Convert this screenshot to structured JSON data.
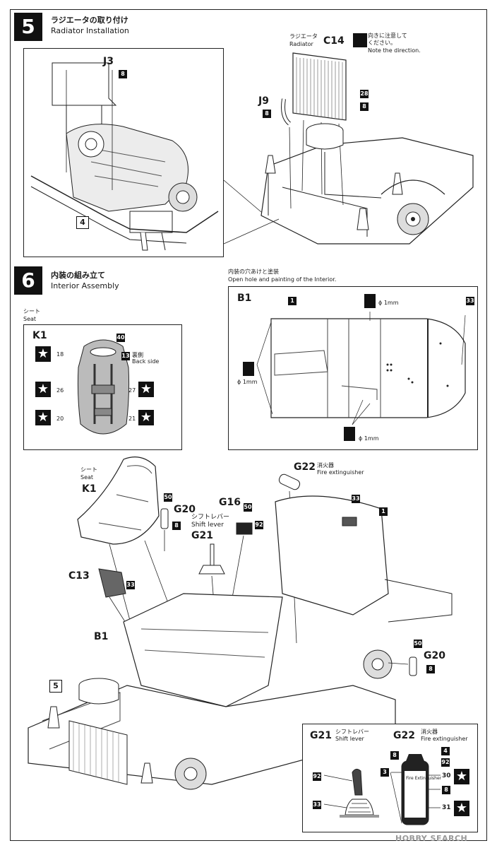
{
  "step5": {
    "number": "5",
    "title_jp": "ラジエータの取り付け",
    "title_en": "Radiator Installation",
    "part_j3": "J3",
    "part_j9": "J9",
    "part_c14": "C14",
    "radiator_jp": "ラジエータ",
    "radiator_en": "Radiator",
    "note_jp_1": "向きに注意して",
    "note_jp_2": "ください。",
    "note_en": "Note the direction.",
    "color_8a": "8",
    "color_8b": "8",
    "color_8c": "8",
    "color_28": "28",
    "ref_step": "4"
  },
  "step6": {
    "number": "6",
    "title_jp": "内装の組み立て",
    "title_en": "Interior Assembly",
    "seat_jp": "シート",
    "seat_en": "Seat",
    "part_k1": "K1",
    "seat_colors": {
      "c40": "40",
      "c13": "13",
      "n18": "18",
      "n26": "26",
      "n27": "27",
      "n20": "20",
      "n21": "21"
    },
    "back_side_jp": "裏側",
    "back_side_en": "Back side",
    "hole_title_jp": "内装の穴あけと塗装",
    "hole_title_en": "Open hole and painting of the Interior.",
    "part_b1": "B1",
    "hole_1mm_a": "ϕ 1mm",
    "hole_1mm_b": "ϕ 1mm",
    "hole_1mm_c": "ϕ 1mm",
    "color_1": "1",
    "color_33": "33",
    "g22": "G22",
    "fire_jp": "消火器",
    "fire_en": "Fire extinguisher",
    "g16": "G16",
    "g20": "G20",
    "shift_jp": "シフトレバー",
    "shift_en": "Shift lever",
    "g21": "G21",
    "c13": "C13",
    "c50a": "50",
    "c50b": "50",
    "c50c": "50",
    "c92": "92",
    "c8a": "8",
    "c8b": "8",
    "c33a": "33",
    "c33b": "33",
    "c1": "1",
    "ref_step": "5",
    "detail": {
      "g21": "G21",
      "g21_jp": "シフトレバー",
      "g21_en": "Shift lever",
      "g22": "G22",
      "g22_jp": "消火器",
      "g22_en": "Fire extinguisher",
      "c92": "92",
      "c33": "33",
      "c8": "8",
      "c4": "4",
      "c92b": "92",
      "c3": "3",
      "c30": "30",
      "c8b": "8",
      "c31": "31",
      "label_text": "Fire Extinguisher"
    }
  },
  "watermark": "HOBBY SEARCH"
}
